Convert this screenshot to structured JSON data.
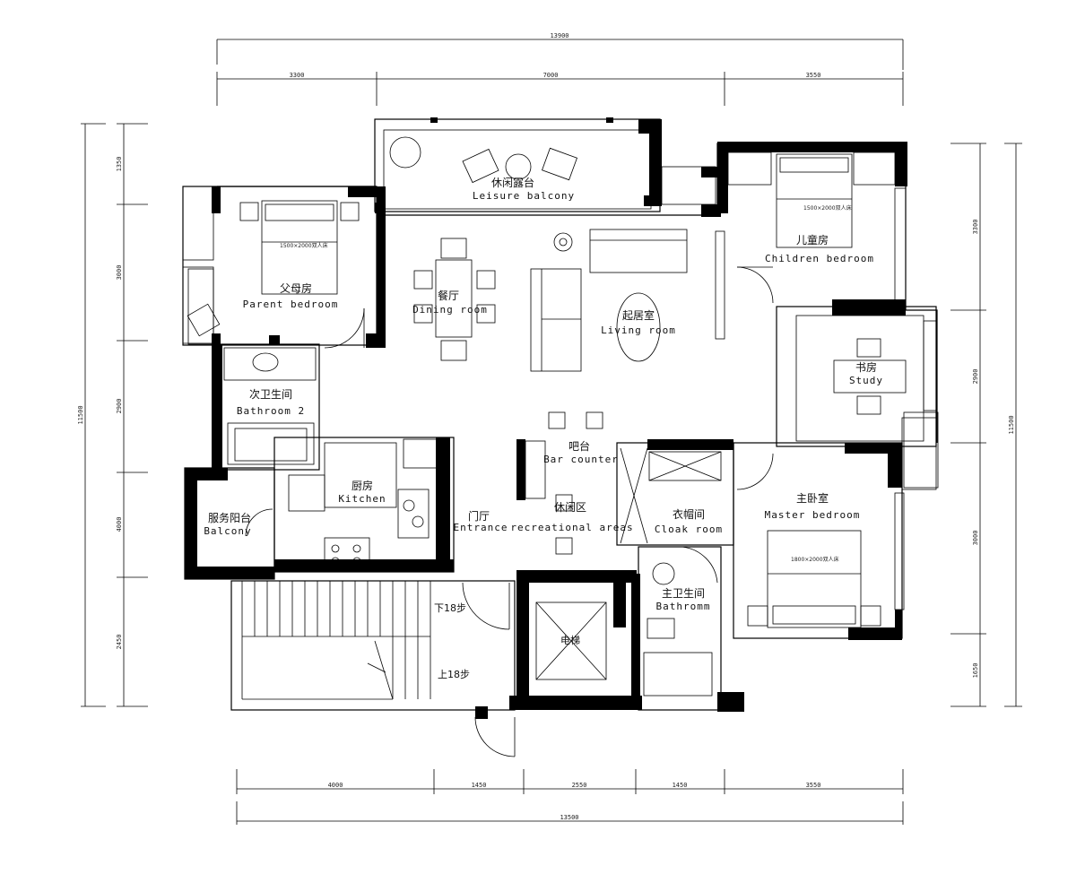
{
  "rooms": {
    "leisure_balcony": {
      "zh": "休闲露台",
      "en": "Leisure balcony"
    },
    "parent_bedroom": {
      "zh": "父母房",
      "en": "Parent bedroom"
    },
    "dining_room": {
      "zh": "餐厅",
      "en": "Dining room"
    },
    "living_room": {
      "zh": "起居室",
      "en": "Living room"
    },
    "children_bedroom": {
      "zh": "儿童房",
      "en": "Children bedroom"
    },
    "study": {
      "zh": "书房",
      "en": "Study"
    },
    "bathroom2": {
      "zh": "次卫生间",
      "en": "Bathroom 2"
    },
    "kitchen": {
      "zh": "厨房",
      "en": "Kitchen"
    },
    "service_balcony": {
      "zh": "服务阳台",
      "en": "Balcony"
    },
    "entrance": {
      "zh": "门厅",
      "en": "Entrance"
    },
    "bar_counter": {
      "zh": "吧台",
      "en": "Bar counter"
    },
    "recreational": {
      "zh": "休闲区",
      "en": "recreational areas"
    },
    "cloak_room": {
      "zh": "衣帽间",
      "en": "Cloak room"
    },
    "master_bedroom": {
      "zh": "主卧室",
      "en": "Master bedroom"
    },
    "bathroom": {
      "zh": "主卫生间",
      "en": "Bathromm"
    },
    "elevator": {
      "zh": "电梯"
    }
  },
  "stairs": {
    "down": "下18步",
    "up": "上18步"
  },
  "bed_notes": {
    "parent": "1500×2000双人床",
    "children": "1500×2000双人床",
    "master": "1800×2000双人床"
  },
  "dimensions": {
    "top_total": "13900",
    "top_segments": [
      "3300",
      "7000",
      "3550"
    ],
    "bottom_total": "13500",
    "bottom_segments": [
      "4000",
      "1450",
      "2550",
      "1450",
      "3550"
    ],
    "left_total": "11500",
    "left_segments": [
      "1350",
      "3000",
      "2900",
      "4000",
      "2450"
    ],
    "right_total": "11500",
    "right_segments": [
      "3300",
      "2900",
      "3000",
      "1650"
    ]
  }
}
